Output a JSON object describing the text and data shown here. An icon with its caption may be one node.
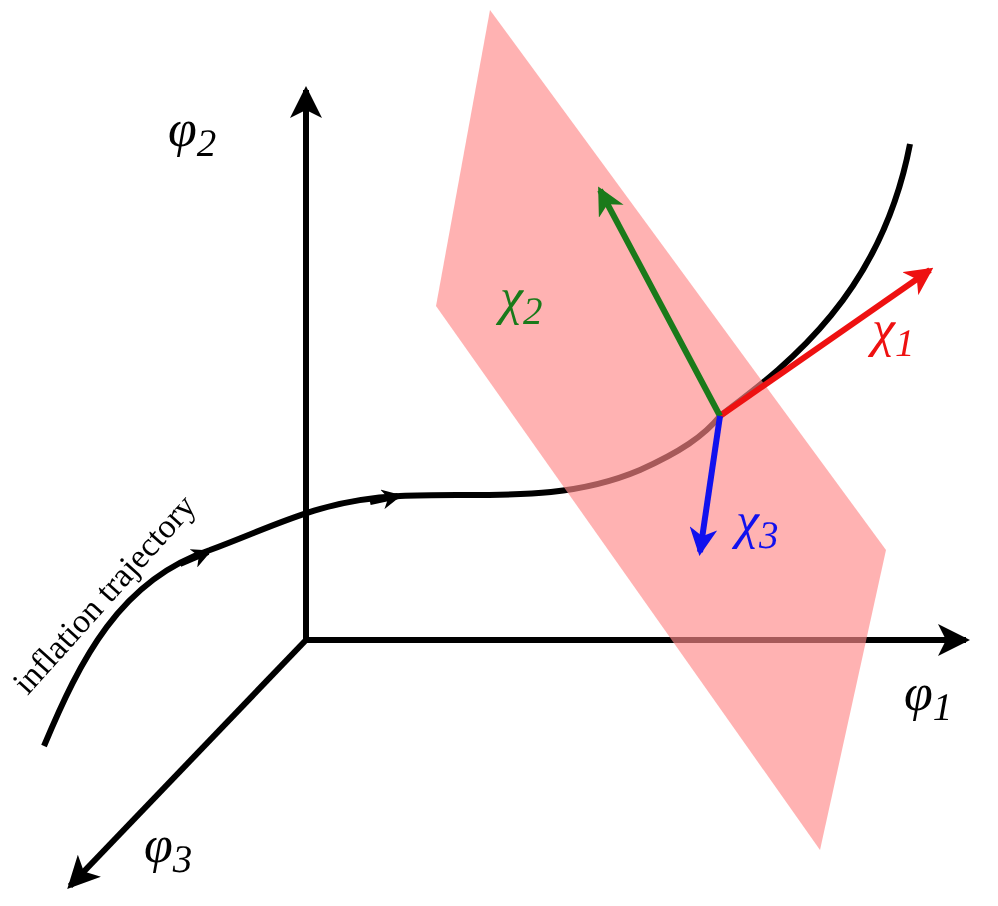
{
  "diagram": {
    "labels": [
      "φ$_{2}$",
      "χ$_{2}$",
      "χ$_{1}$",
      "inflation trajectory",
      "χ$_{3}$",
      "φ$_{1}$",
      "φ$_{3}$"
    ]
  }
}
